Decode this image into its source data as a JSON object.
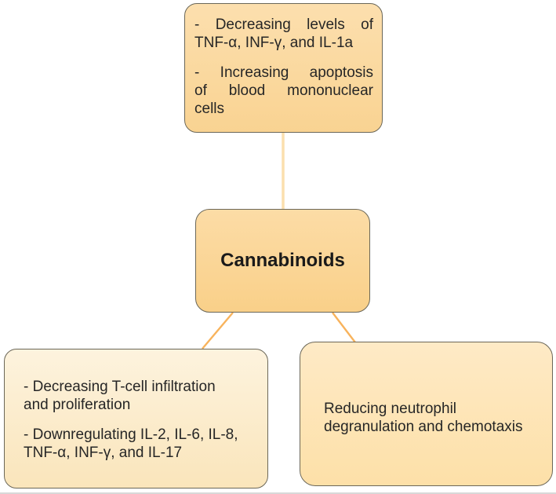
{
  "theme": {
    "canvas_bg": "#ffffff",
    "box_border": "#6b6758",
    "text_color": "#262626",
    "title_color": "#1a1a1a",
    "top_fill_a": "#fcdfae",
    "top_fill_b": "#f9d392",
    "center_fill_a": "#fcdca6",
    "center_fill_b": "#f9d089",
    "bl_fill_a": "#fdf3de",
    "bl_fill_b": "#fae5bb",
    "br_fill_a": "#feeac6",
    "br_fill_b": "#fde0a8",
    "connector_light": "#fbdfae",
    "connector_orange": "#f8b35c",
    "bottom_rule": "#d8d8d8"
  },
  "diagram": {
    "center_box": {
      "label": "Cannabinoids"
    },
    "top_box": {
      "lines": [
        "- Decreasing levels of",
        "TNF-α, INF-γ, and IL-1a",
        "- Increasing apoptosis",
        "of blood mononuclear",
        "cells"
      ]
    },
    "bottom_left_box": {
      "lines": [
        "- Decreasing T-cell infiltration",
        "and proliferation",
        "- Downregulating IL-2, IL-6, IL-8,",
        "TNF-α, INF-γ, and IL-17"
      ]
    },
    "bottom_right_box": {
      "lines": [
        "Reducing neutrophil",
        "degranulation and chemotaxis"
      ]
    }
  }
}
